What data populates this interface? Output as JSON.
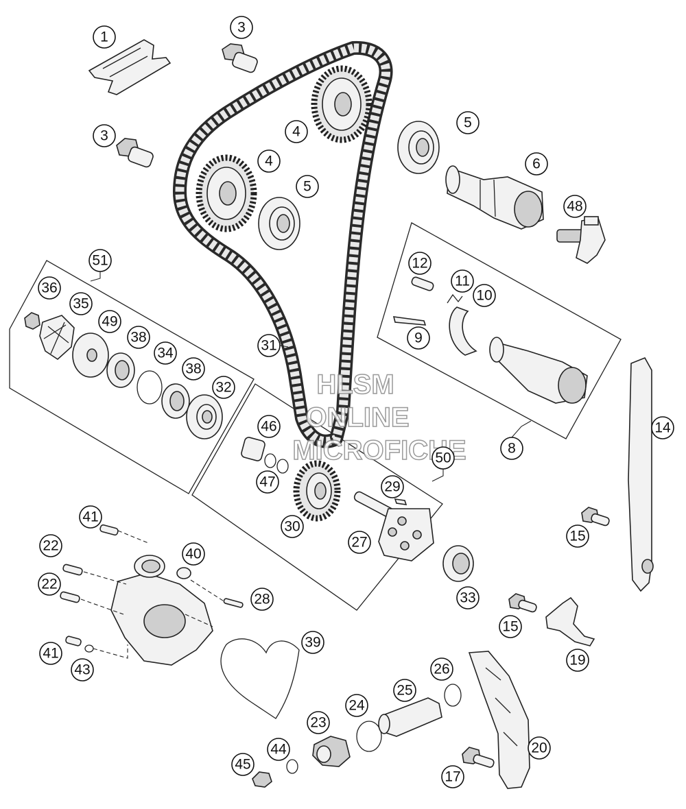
{
  "watermark": {
    "line1": "HLSM",
    "line2": "ONLINE",
    "line3": "MICROFICHE"
  },
  "callouts": [
    {
      "id": "c1",
      "label": "1"
    },
    {
      "id": "c3a",
      "label": "3"
    },
    {
      "id": "c3b",
      "label": "3"
    },
    {
      "id": "c4a",
      "label": "4"
    },
    {
      "id": "c4b",
      "label": "4"
    },
    {
      "id": "c5a",
      "label": "5"
    },
    {
      "id": "c5b",
      "label": "5"
    },
    {
      "id": "c6",
      "label": "6"
    },
    {
      "id": "c48",
      "label": "48"
    },
    {
      "id": "c51",
      "label": "51"
    },
    {
      "id": "c36",
      "label": "36"
    },
    {
      "id": "c35",
      "label": "35"
    },
    {
      "id": "c49",
      "label": "49"
    },
    {
      "id": "c38a",
      "label": "38"
    },
    {
      "id": "c34",
      "label": "34"
    },
    {
      "id": "c38b",
      "label": "38"
    },
    {
      "id": "c32",
      "label": "32"
    },
    {
      "id": "c31",
      "label": "31"
    },
    {
      "id": "c12",
      "label": "12"
    },
    {
      "id": "c11",
      "label": "11"
    },
    {
      "id": "c10",
      "label": "10"
    },
    {
      "id": "c9",
      "label": "9"
    },
    {
      "id": "c8",
      "label": "8"
    },
    {
      "id": "c14",
      "label": "14"
    },
    {
      "id": "c46",
      "label": "46"
    },
    {
      "id": "c47",
      "label": "47"
    },
    {
      "id": "c50",
      "label": "50"
    },
    {
      "id": "c29",
      "label": "29"
    },
    {
      "id": "c30",
      "label": "30"
    },
    {
      "id": "c27",
      "label": "27"
    },
    {
      "id": "c15a",
      "label": "15"
    },
    {
      "id": "c41a",
      "label": "41"
    },
    {
      "id": "c22a",
      "label": "22"
    },
    {
      "id": "c40",
      "label": "40"
    },
    {
      "id": "c22b",
      "label": "22"
    },
    {
      "id": "c28",
      "label": "28"
    },
    {
      "id": "c33",
      "label": "33"
    },
    {
      "id": "c15b",
      "label": "15"
    },
    {
      "id": "c19",
      "label": "19"
    },
    {
      "id": "c41b",
      "label": "41"
    },
    {
      "id": "c43",
      "label": "43"
    },
    {
      "id": "c39",
      "label": "39"
    },
    {
      "id": "c26",
      "label": "26"
    },
    {
      "id": "c25",
      "label": "25"
    },
    {
      "id": "c24",
      "label": "24"
    },
    {
      "id": "c23",
      "label": "23"
    },
    {
      "id": "c44",
      "label": "44"
    },
    {
      "id": "c45",
      "label": "45"
    },
    {
      "id": "c20",
      "label": "20"
    },
    {
      "id": "c17",
      "label": "17"
    }
  ]
}
